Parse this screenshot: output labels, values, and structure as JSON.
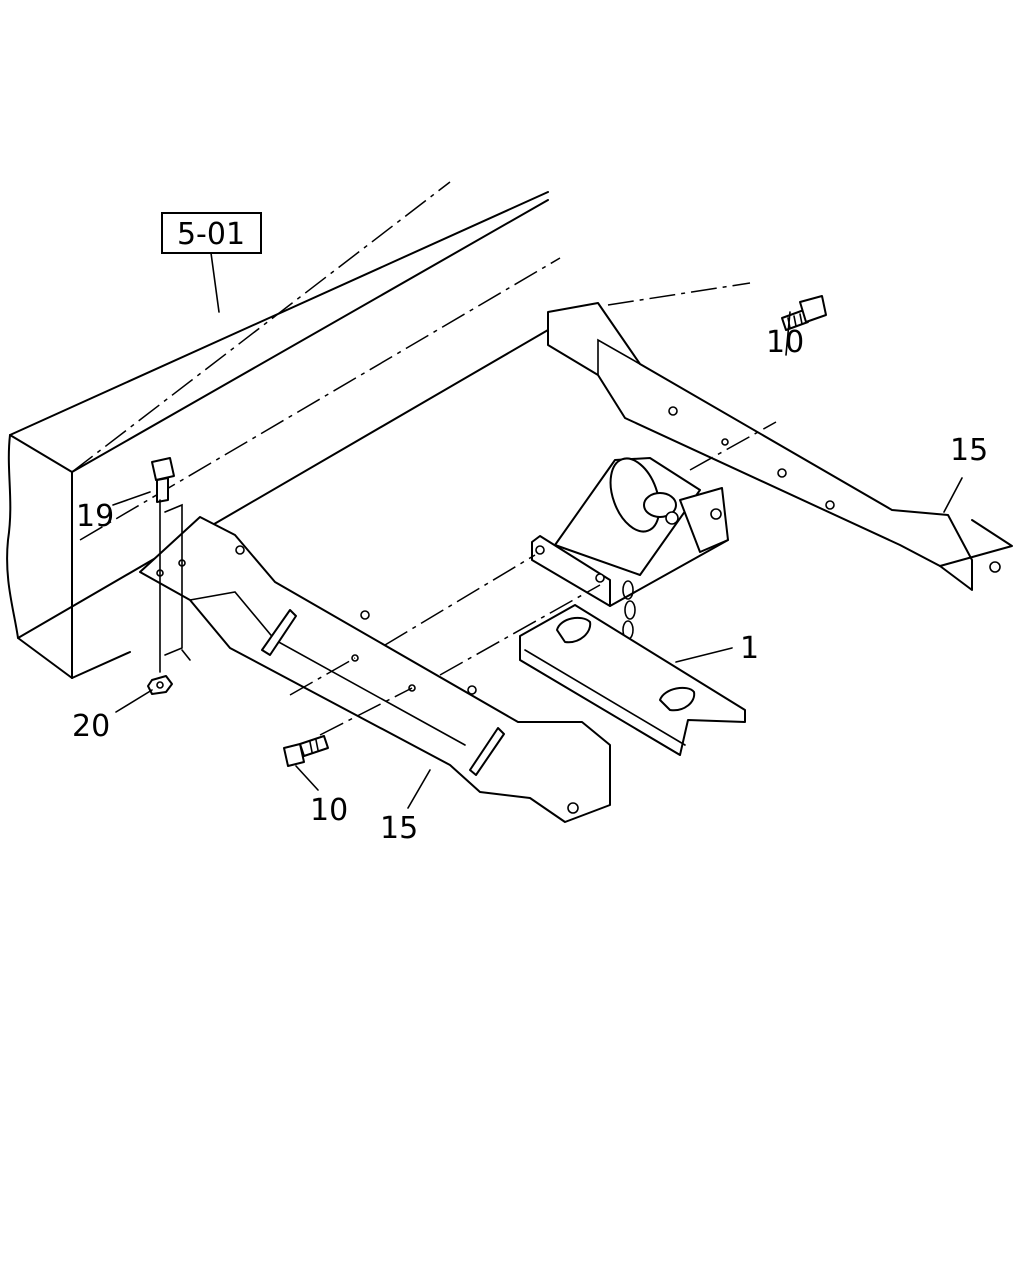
{
  "ref_box": {
    "text": "5-01"
  },
  "callouts": [
    {
      "id": "c-10-top",
      "text": "10"
    },
    {
      "id": "c-15-right",
      "text": "15"
    },
    {
      "id": "c-19",
      "text": "19"
    },
    {
      "id": "c-1",
      "text": "1"
    },
    {
      "id": "c-20",
      "text": "20"
    },
    {
      "id": "c-10-bottom",
      "text": "10"
    },
    {
      "id": "c-15-bottom",
      "text": "15"
    }
  ]
}
